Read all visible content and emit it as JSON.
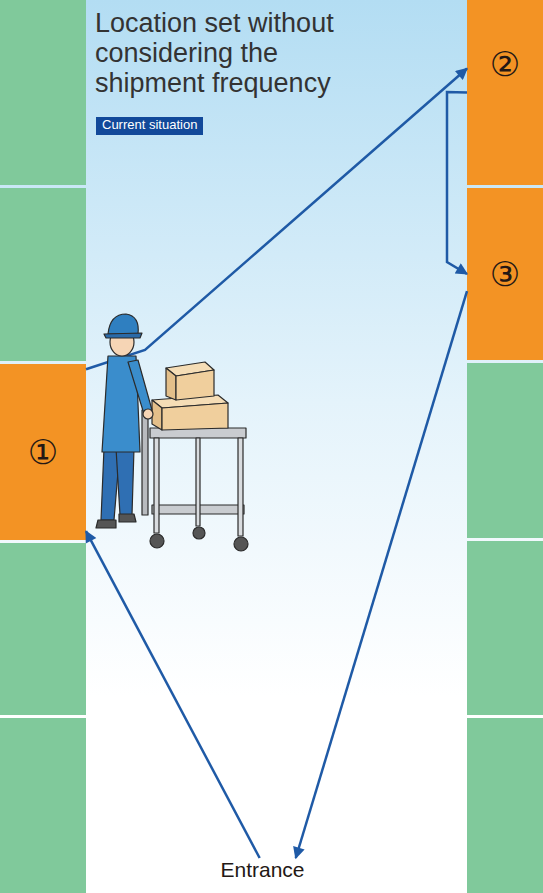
{
  "diagram": {
    "title": "Location set without considering the shipment frequency",
    "nodes": [
      {
        "text": [
          "Current situation"
        ]
      },
      {
        "text": [
          "①"
        ]
      },
      {
        "text": [
          "②"
        ]
      },
      {
        "text": [
          "③"
        ]
      },
      {
        "text": [
          "Entrance"
        ]
      }
    ],
    "edges": [
      {
        "from": 1,
        "to": 2,
        "arrow": "to"
      },
      {
        "from": 2,
        "to": 3,
        "arrow": "to"
      },
      {
        "from": 3,
        "to": 4,
        "arrow": "to"
      },
      {
        "from": 4,
        "to": 1,
        "arrow": "to"
      }
    ]
  }
}
